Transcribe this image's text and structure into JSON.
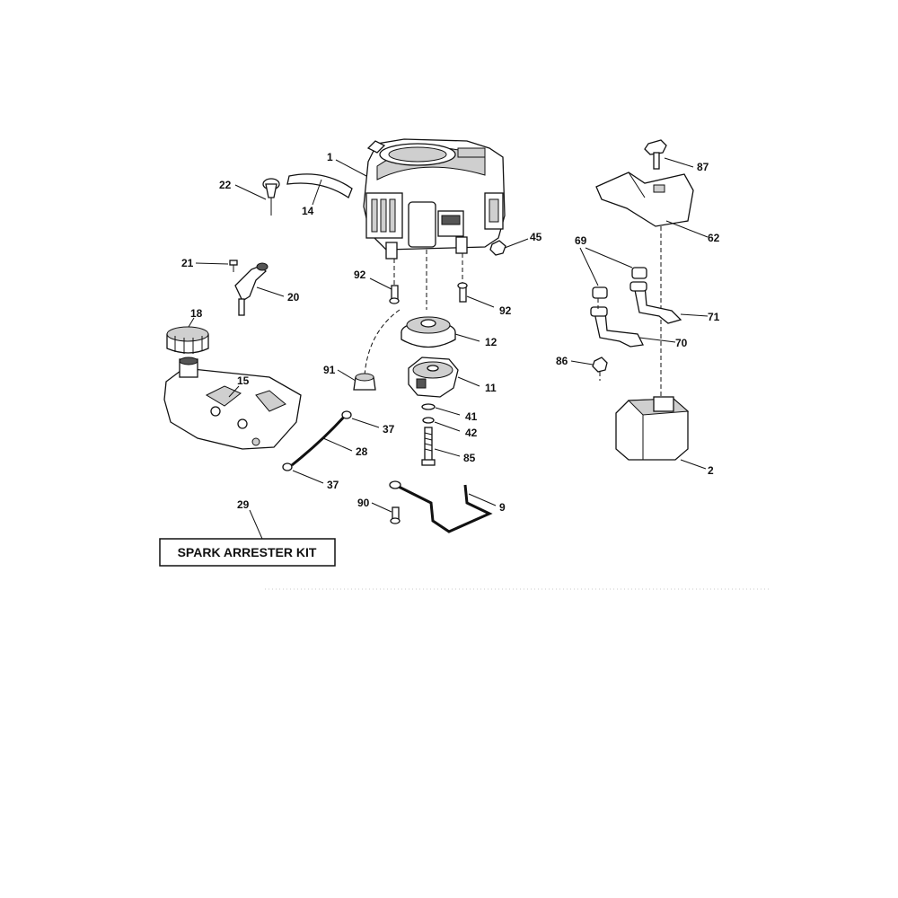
{
  "callouts": {
    "c1": "1",
    "c14": "14",
    "c22": "22",
    "c21": "21",
    "c20": "20",
    "c18": "18",
    "c15": "15",
    "c92a": "92",
    "c92b": "92",
    "c45": "45",
    "c12": "12",
    "c91": "91",
    "c11": "11",
    "c41": "41",
    "c42": "42",
    "c37a": "37",
    "c28": "28",
    "c37b": "37",
    "c85": "85",
    "c90": "90",
    "c9": "9",
    "c29": "29",
    "c87": "87",
    "c62": "62",
    "c69": "69",
    "c71": "71",
    "c70": "70",
    "c86": "86",
    "c2": "2"
  },
  "kit": {
    "label": "SPARK ARRESTER KIT"
  }
}
